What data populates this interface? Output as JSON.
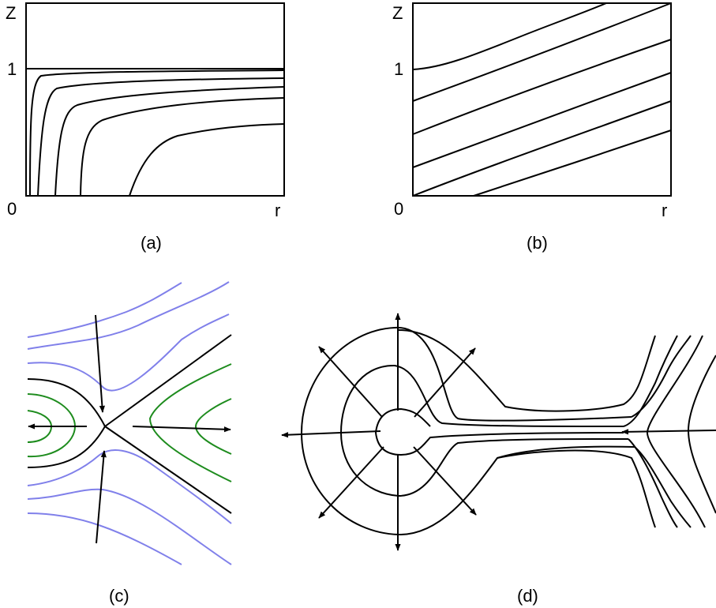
{
  "panels": {
    "a": {
      "caption": "(a)",
      "y_axis_label": "Z",
      "y_tick": "1",
      "origin_label": "0",
      "x_axis_label": "r"
    },
    "b": {
      "caption": "(b)",
      "y_axis_label": "Z",
      "y_tick": "1",
      "origin_label": "0",
      "x_axis_label": "r"
    },
    "c": {
      "caption": "(c)"
    },
    "d": {
      "caption": "(d)"
    }
  },
  "colors": {
    "ink": "#000000",
    "blue_curves": "#8080ea",
    "green_curves": "#1e8c1e"
  }
}
